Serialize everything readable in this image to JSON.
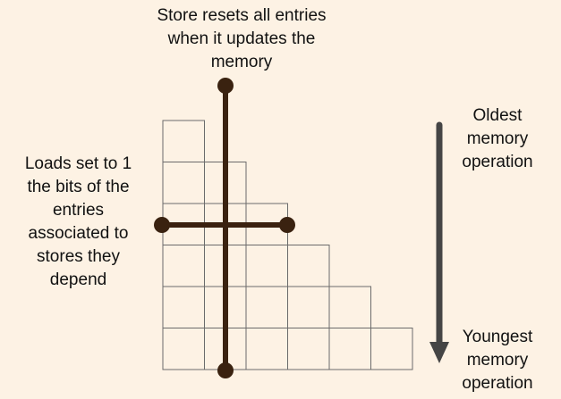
{
  "labels": {
    "store_reset": [
      "Store resets all entries",
      "when it updates the",
      "memory"
    ],
    "loads_set": [
      "Loads set to 1",
      "the bits of the",
      "entries",
      "associated to",
      "stores they",
      "depend"
    ],
    "oldest": [
      "Oldest",
      "memory",
      "operation"
    ],
    "youngest": [
      "Youngest",
      "memory",
      "operation"
    ]
  },
  "matrix": {
    "columns": 6,
    "rows": 6
  },
  "colors": {
    "background": "#fdf2e4",
    "grid_line": "#6b6b6b",
    "bar": "#3a2210",
    "arrow": "#454545"
  }
}
